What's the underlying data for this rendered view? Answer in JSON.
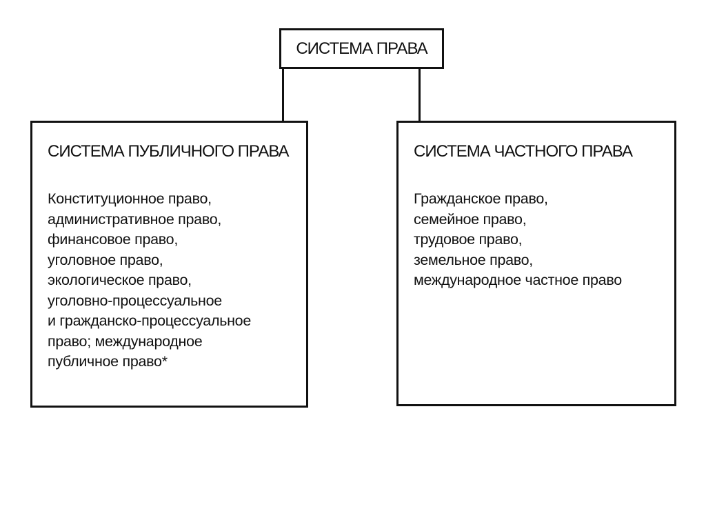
{
  "root": {
    "title": "СИСТЕМА ПРАВА"
  },
  "public": {
    "title": "СИСТЕМА ПУБЛИЧНОГО ПРАВА",
    "items": [
      "Конституционное право,",
      "административное право,",
      "финансовое право,",
      "уголовное право,",
      "экологическое право,",
      "уголовно-процессуальное",
      "и гражданско-процессуальное",
      "право; международное",
      "публичное право*"
    ]
  },
  "private": {
    "title": "СИСТЕМА ЧАСТНОГО ПРАВА",
    "items": [
      "Гражданское право,",
      "семейное право,",
      "трудовое право,",
      "земельное право,",
      "международное частное право"
    ]
  }
}
